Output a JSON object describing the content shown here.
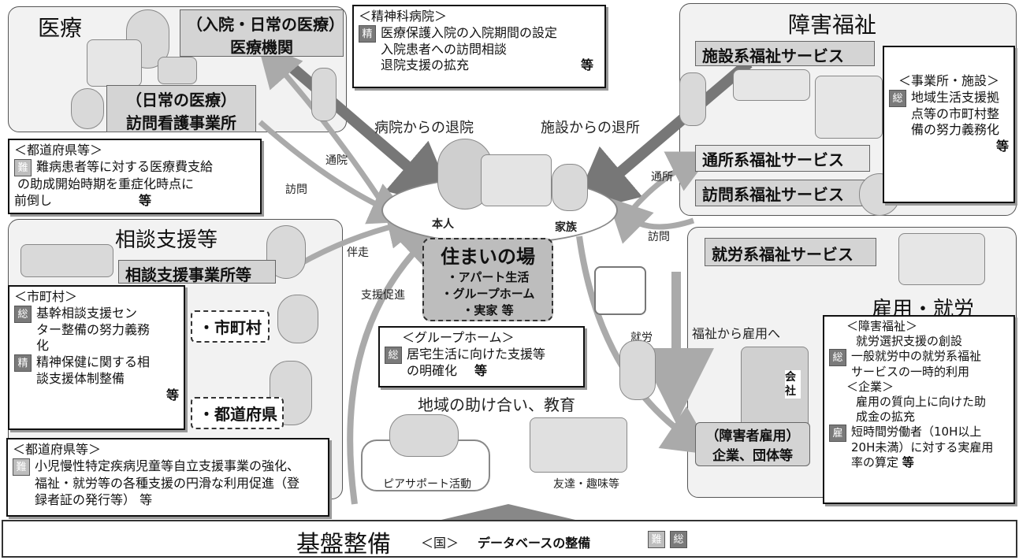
{
  "medical": {
    "title": "医療",
    "hospital_line1": "（入院・日常の医療）",
    "hospital_line2": "医療機関",
    "nursing_line1": "（日常の医療）",
    "nursing_line2": "訪問看護事業所"
  },
  "psych_note": {
    "head": "＜精神科病院＞",
    "badge": "精",
    "lines": [
      "医療保護入院の入院期間の設定",
      "入院患者への訪問相談",
      "退院支援の拡充"
    ],
    "etc": "等"
  },
  "pref_note1": {
    "head": "＜都道府県等＞",
    "badge": "難",
    "lines": [
      "難病患者等に対する医療費支給",
      "の助成開始時期を重症化時点に",
      "前倒し"
    ],
    "etc": "等"
  },
  "consult": {
    "title": "相談支援等",
    "office": "相談支援事業所等",
    "municipality": "・市町村",
    "prefecture": "・都道府県"
  },
  "city_note": {
    "head": "＜市町村＞",
    "badge1": "総",
    "lines1": [
      "基幹相談支援セン",
      "ター整備の努力義務",
      "化"
    ],
    "badge2": "精",
    "lines2": [
      "精神保健に関する相",
      "談支援体制整備"
    ],
    "etc": "等"
  },
  "pref_note2": {
    "head": "＜都道府県等＞",
    "badge": "難",
    "lines": [
      "小児慢性特定疾病児童等自立支援事業の強化、",
      "福祉・就労等の各種支援の円滑な利用促進（登",
      "録者証の発行等） 等"
    ]
  },
  "center": {
    "discharge_hospital": "病院からの退院",
    "discharge_facility": "施設からの退所",
    "person": "本人",
    "family": "家族",
    "home_title": "住まいの場",
    "home_items": [
      "・アパート生活",
      "・グループホーム",
      "・実家 等"
    ],
    "community": "地域の助け合い、教育",
    "peer": "ピアサポート活動",
    "friends": "友達・趣味等"
  },
  "gh_note": {
    "head": "＜グループホーム＞",
    "badge": "総",
    "lines": [
      "居宅生活に向けた支援等",
      "の明確化"
    ],
    "etc": "等"
  },
  "arrow_labels": {
    "tsuin": "通院",
    "houmon_left": "訪問",
    "bansou": "伴走",
    "shien": "支援促進",
    "tsusho": "通所",
    "houmon_right": "訪問",
    "shuro": "就労",
    "fukushi_koyo": "福祉から雇用へ"
  },
  "welfare": {
    "title": "障害福祉",
    "facility": "施設系福祉サービス",
    "daycare": "通所系福祉サービス",
    "visit": "訪問系福祉サービス",
    "work": "就労系福祉サービス"
  },
  "office_note": {
    "head": "＜事業所・施設＞",
    "badge": "総",
    "lines": [
      "地域生活支援拠",
      "点等の市町村整",
      "備の努力義務化"
    ],
    "etc": "等"
  },
  "employment": {
    "title": "雇用・就労",
    "company_line1": "（障害者雇用）",
    "company_line2": "企業、団体等",
    "sign": "会社"
  },
  "emp_note": {
    "head1": "＜障害福祉＞",
    "badge1": "総",
    "lines1": [
      "就労選択支援の創設",
      "一般就労中の就労系福祉",
      "サービスの一時的利用"
    ],
    "head2": "＜企業＞",
    "badge2": "雇",
    "lines2": [
      "雇用の質向上に向けた助",
      "成金の拡充",
      "短時間労働者（10H以上",
      "20H未満）に対する実雇用",
      "率の算定"
    ],
    "etc": "等"
  },
  "footer": {
    "title": "基盤整備",
    "country": "＜国＞",
    "db": "データベースの整備",
    "badge1": "難",
    "badge2": "総"
  }
}
